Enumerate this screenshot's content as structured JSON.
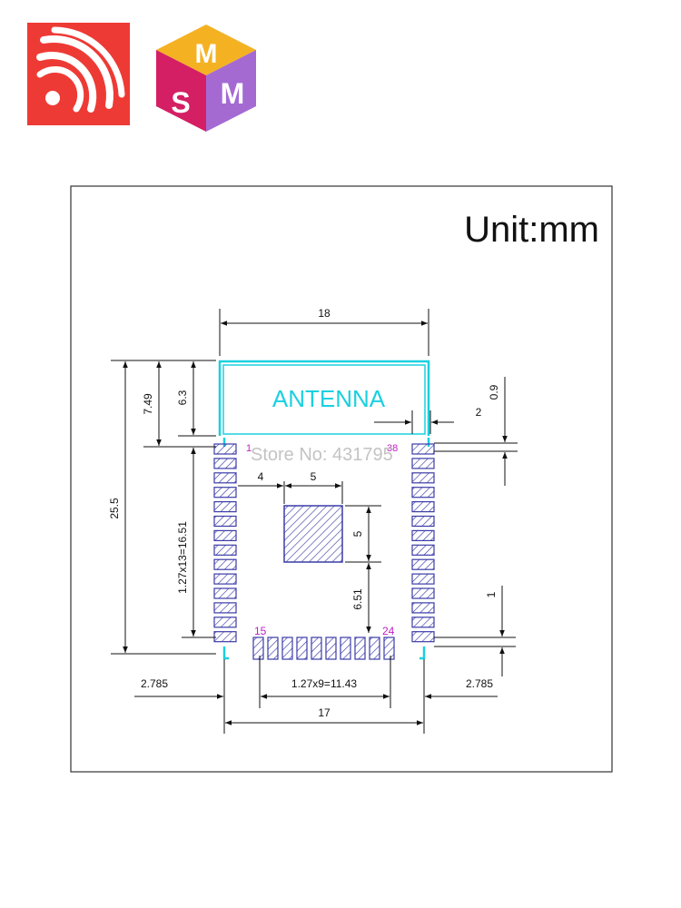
{
  "logos": {
    "brand_left": {
      "name": "espressif-logo",
      "color": "#ee3a35"
    },
    "brand_right": {
      "name": "smm-cube-logo",
      "letter_top": "M",
      "letter_left": "S",
      "letter_right": "M",
      "colors": {
        "top": "#f4b223",
        "left": "#d41f64",
        "right": "#a46ad2",
        "letter": "#ffffff"
      }
    }
  },
  "diagram": {
    "unit_label": "Unit:mm",
    "antenna_label": "ANTENNA",
    "watermark": "Store No: 431795",
    "pins": {
      "first": "1",
      "last": "38",
      "bottom_left": "15",
      "bottom_right": "24"
    },
    "dimensions": {
      "top_width": "18",
      "antenna_height": "6.3",
      "antenna_to_pin1": "7.49",
      "total_height": "25.5",
      "left_pitch": "1.27x13=16.51",
      "edge_to_pad_gap": "0.9",
      "pad_length": "2",
      "ground_offset_x": "4",
      "ground_width": "5",
      "ground_height": "5",
      "ground_to_bottom": "6.51",
      "bottom_gap": "1",
      "left_margin": "2.785",
      "bottom_pitch": "1.27x9=11.43",
      "right_margin": "2.785",
      "bottom_width": "17"
    },
    "colors": {
      "antenna": "#1bd0e0",
      "pad": "#3b3ba8",
      "pin_label": "#c21ec8",
      "line": "#111111"
    }
  }
}
